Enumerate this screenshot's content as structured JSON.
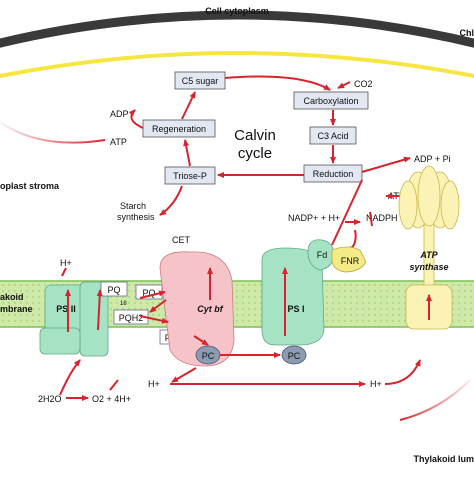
{
  "regions": {
    "cytoplasm": "Cell cytoplasm",
    "chloroplast_partial": "Chl",
    "stroma": "oplast stroma",
    "membrane_line1": "akoid",
    "membrane_line2": "mbrane",
    "lumen": "Thylakoid lum"
  },
  "calvin": {
    "title_line1": "Calvin",
    "title_line2": "cycle",
    "c5_box": "C5 sugar",
    "carboxylation_box": "Carboxylation",
    "c3_box": "C3 Acid",
    "reduction_box": "Reduction",
    "triose_box": "Triose-P",
    "regeneration_box": "Regeneration",
    "co2": "CO2",
    "adp": "ADP",
    "atp": "ATP",
    "starch_line1": "Starch",
    "starch_line2": "synthesis"
  },
  "stroma_labels": {
    "adp_pi": "ADP + Pi",
    "atp": "ATP",
    "nadp_h": "NADP+ + H+",
    "nadph": "NADPH",
    "cet": "CET",
    "h_cytbf": "H+",
    "h_ps2": "H+"
  },
  "complexes": {
    "ps2": "PS II",
    "cytbf": "Cyt bf",
    "ps1": "PS I",
    "atp_line1": "ATP",
    "atp_line2": "synthase",
    "fd": "Fd",
    "fnr": "FNR",
    "pq1": "PQ",
    "pq2": "PQ",
    "pqh2_1": "PQH2",
    "pqh2_2": "PQH2",
    "pc1": "PC",
    "pc2": "PC",
    "q18": "18"
  },
  "lumen_labels": {
    "water": "2H2O",
    "o2": "O2 + 4H+",
    "h_left": "H+",
    "h_right": "H+"
  },
  "colors": {
    "complex_green": "#a6e3c4",
    "cytbf_pink": "#f6c4c8",
    "atp_yellow": "#fbf3b6",
    "fnr_yellow": "#f4ea86",
    "membrane_green": "#cfe9a9",
    "arrow_red": "#d8232c",
    "envelope_dark": "#3a3a3a",
    "envelope_yellow": "#f5e642",
    "box_fill": "#e3e7f2"
  }
}
